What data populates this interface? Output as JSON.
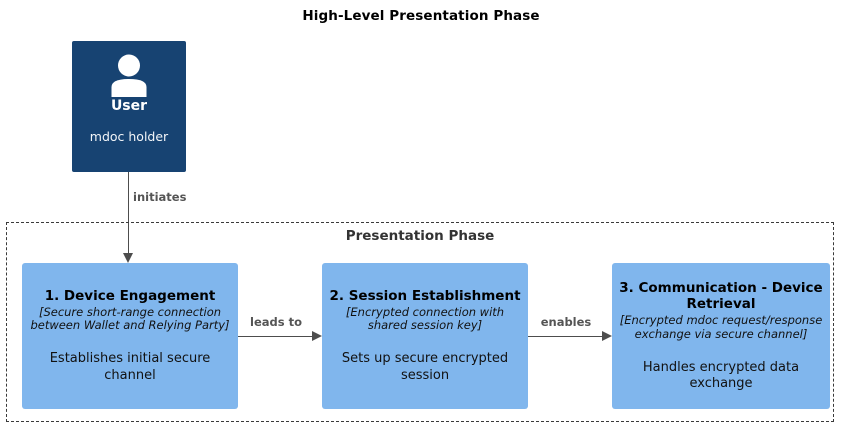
{
  "title": "High-Level Presentation Phase",
  "actor": {
    "icon": "user-person-icon",
    "name": "User",
    "subtitle": "mdoc holder"
  },
  "connectors": {
    "initiates": "initiates",
    "leads_to": "leads to",
    "enables": "enables"
  },
  "phase": {
    "title": "Presentation Phase",
    "steps": [
      {
        "title": "1. Device Engagement",
        "note": "[Secure short-range connection between Wallet and Relying Party]",
        "description": "Establishes initial secure channel"
      },
      {
        "title": "2. Session Establishment",
        "note": "[Encrypted connection with shared session key]",
        "description": "Sets up secure encrypted session"
      },
      {
        "title": "3. Communication - Device Retrieval",
        "note": "[Encrypted mdoc request/response exchange via secure channel]",
        "description": "Handles encrypted data exchange"
      }
    ]
  },
  "colors": {
    "actor_fill": "#174372",
    "step_fill": "#80b6ed",
    "connector": "#4d4d4d",
    "container_border": "#3a3a3a"
  }
}
